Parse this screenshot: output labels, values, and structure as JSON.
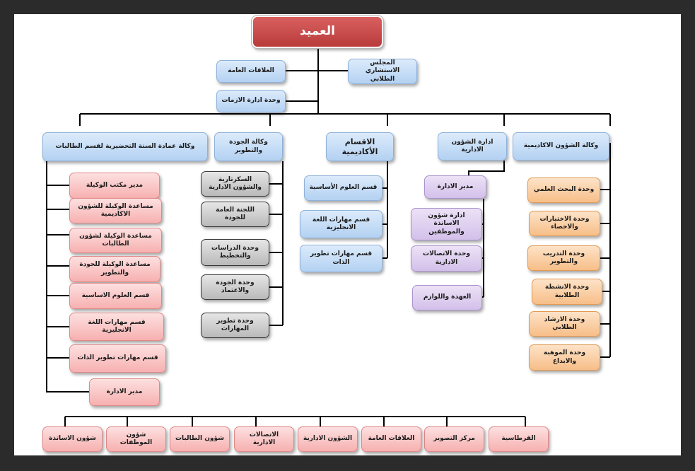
{
  "dean": "العميد",
  "top_left": [
    "العلاقات العامة",
    "وحدة ادارة الازمات"
  ],
  "top_right": "المجلس الاستشاري الطلابي",
  "agencies": {
    "prep_year": "وكالة عمادة السنة التحضيرية لقسم الطالبات",
    "quality": "وكالة الجودة والتطوير",
    "departments": "الاقسام الأكاديمية",
    "admin": "ادارة الشؤون الادارية",
    "academic": "وكالة الشؤون الاكاديمية"
  },
  "prep_units": [
    "مدير مكتب الوكيلة",
    "مساعدة الوكيلة للشؤون الاكاديمية",
    "مساعدة الوكيلة لشؤون الطالبات",
    "مساعدة الوكيلة للجودة والتطوير",
    "قسم العلوم الاساسية",
    "قسم مهارات اللغة الانجليزية",
    "قسم مهارات تطوير الذات"
  ],
  "prep_manager": "مدير الادارة",
  "bottom_units": [
    "القرطاسية",
    "مركز التصوير",
    "العلاقات العامة",
    "الشؤون الادارية",
    "الاتصالات الادارية",
    "شؤون الطالبات",
    "شؤون الموظفات",
    "شؤون الاساتذة"
  ],
  "quality_units": [
    "السكرتارية والشؤون الادارية",
    "اللجنة العامة للجودة",
    "وحدة الدراسات والتخطيط",
    "وحدة الجودة والاعتماد",
    "وحدة تطوير المهارات"
  ],
  "dept_units": [
    "قسم العلوم الأساسية",
    "قسم مهارات اللغة الانجليزية",
    "قسم مهارات تطوير الذات"
  ],
  "admin_manager": "مدير الادارة",
  "admin_units": [
    "ادارة شؤون الاساتذة والموظفين",
    "وحدة الاتصالات الادارية",
    "العهدة واللوازم"
  ],
  "academic_units": [
    "وحدة البحث العلمي",
    "وحدة الاختبارات والاحصاء",
    "وحدة التدريب والتطوير",
    "وحدة الانشطة الطلابية",
    "وحدة الارشاد الطلابي",
    "وحدة الموهبة والابداع"
  ]
}
